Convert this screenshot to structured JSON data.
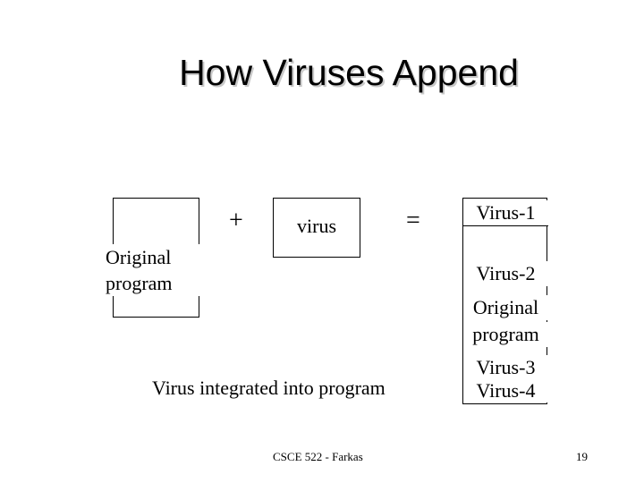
{
  "slide": {
    "title": "How Viruses Append",
    "original_label_line1": "Original",
    "original_label_line2": "program",
    "plus": "+",
    "virus_label": "virus",
    "equals": "=",
    "result": {
      "virus1": "Virus-1",
      "virus2": "Virus-2",
      "original_line1": "Original",
      "original_line2": "program",
      "virus3": "Virus-3",
      "virus4": "Virus-4"
    },
    "caption": "Virus integrated into program",
    "footer": "CSCE 522 - Farkas",
    "page_number": "19"
  }
}
